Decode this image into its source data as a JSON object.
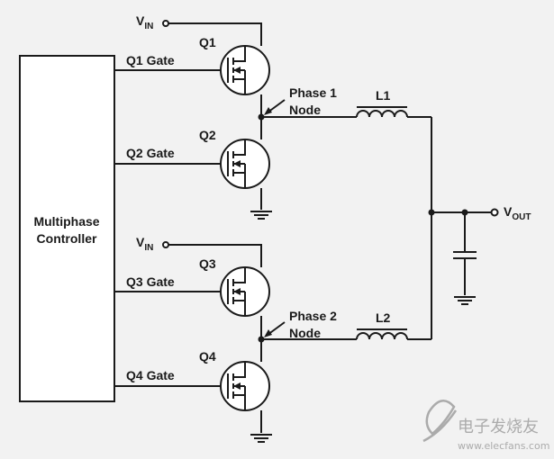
{
  "controller": {
    "line1": "Multiphase",
    "line2": "Controller"
  },
  "vin_top": {
    "main": "V",
    "sub": "IN"
  },
  "vin_mid": {
    "main": "V",
    "sub": "IN"
  },
  "vout": {
    "main": "V",
    "sub": "OUT"
  },
  "gates": {
    "q1": "Q1 Gate",
    "q2": "Q2 Gate",
    "q3": "Q3 Gate",
    "q4": "Q4 Gate"
  },
  "transistors": {
    "q1": "Q1",
    "q2": "Q2",
    "q3": "Q3",
    "q4": "Q4"
  },
  "phase1": {
    "line1": "Phase 1",
    "line2": "Node"
  },
  "phase2": {
    "line1": "Phase 2",
    "line2": "Node"
  },
  "inductors": {
    "l1": "L1",
    "l2": "L2"
  },
  "watermark": {
    "cn": "电子发烧友",
    "url": "www.elecfans.com"
  },
  "colors": {
    "line": "#1a1a1a",
    "background": "#f2f2f2",
    "box": "#ffffff"
  }
}
